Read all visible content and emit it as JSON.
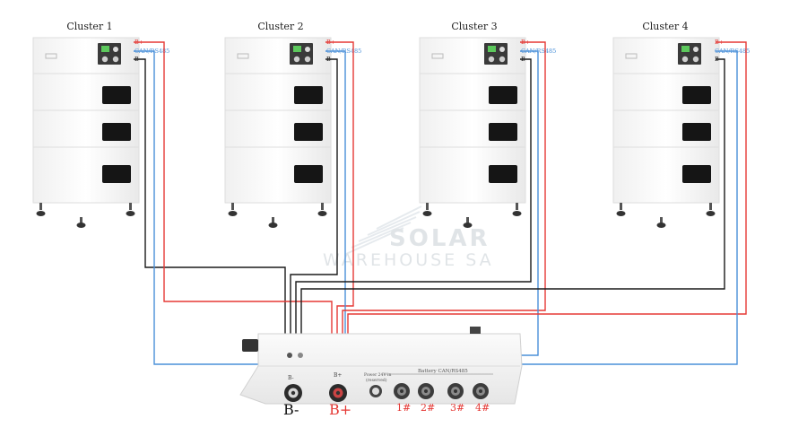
{
  "clusters": [
    {
      "title": "Cluster 1",
      "bplus": "B+",
      "can": "CAN/RS485",
      "bminus": "B-"
    },
    {
      "title": "Cluster 2",
      "bplus": "B+",
      "can": "CAN/RS485",
      "bminus": "B-"
    },
    {
      "title": "Cluster 3",
      "bplus": "B+",
      "can": "CAN/RS485",
      "bminus": "B-"
    },
    {
      "title": "Cluster 4",
      "bplus": "B+",
      "can": "CAN/RS485",
      "bminus": "B-"
    }
  ],
  "combiner": {
    "bminus_label": "B-",
    "bplus_label": "B+",
    "small_bminus": "B-",
    "small_bplus": "B+",
    "power_label": "Power 24V in",
    "power_sub": "(reserved)",
    "battery_can_label": "Battery CAN/RS485",
    "ports": [
      "1#",
      "2#",
      "3#",
      "4#"
    ]
  },
  "watermark": {
    "line1": "SOLAR",
    "line2": "WAREHOUSE SA"
  },
  "colors": {
    "positive": "#e53935",
    "negative": "#1a1a1a",
    "comm": "#4a90d9",
    "label_red": "#e53935"
  }
}
